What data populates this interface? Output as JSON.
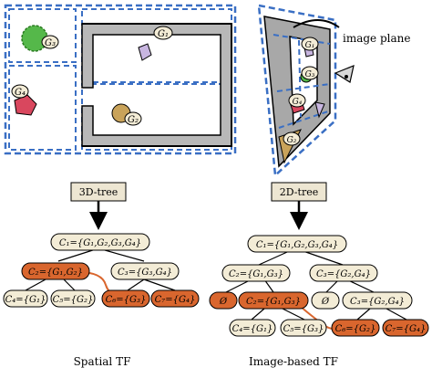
{
  "scene3d": {
    "g1": "G₁",
    "g2": "G₂",
    "g3": "G₃",
    "g4": "G₄"
  },
  "image_plane": {
    "label": "image plane",
    "g1": "G₁",
    "g2": "G₂",
    "g3": "G₃",
    "g4": "G₄"
  },
  "left_tree": {
    "box_label": "3D-tree",
    "root": "C₁={G₁,G₂,G₃,G₄}",
    "c2": "C₂={G₁,G₂}",
    "c3": "C₃={G₃,G₄}",
    "c4": "C₄={G₁}",
    "c5": "C₅={G₂}",
    "c6": "C₆={G₃}",
    "c7": "C₇={G₄}",
    "caption": "Spatial TF"
  },
  "right_tree": {
    "box_label": "2D-tree",
    "root": "C₁={G₁,G₂,G₃,G₄}",
    "c2": "C₂={G₁,G₃}",
    "c3": "C₃={G₂,G₄}",
    "empty_left": "Ø",
    "c2b": "C₂={G₁,G₃}",
    "empty_right": "Ø",
    "c3b": "C₃={G₂,G₄}",
    "c4": "C₄={G₁}",
    "c5": "C₅={G₃}",
    "c6": "C₆={G₂}",
    "c7": "C₇={G₄}",
    "caption": "Image-based TF"
  },
  "colors": {
    "dashed_blue": "#3a6fc4",
    "node_cream": "#f3ecd6",
    "node_orange": "#d9662e",
    "wall_gray": "#b8b8b8",
    "g1_purple": "#c8b6e0",
    "g2_tan": "#c9a35a",
    "g3_green": "#55b84a",
    "g4_red": "#d9475e"
  }
}
